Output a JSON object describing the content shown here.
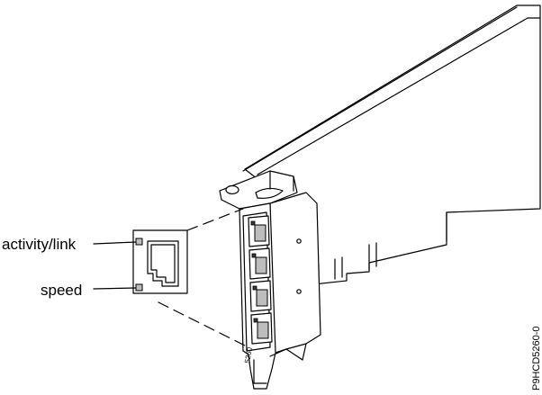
{
  "labels": {
    "activity_link": "activity/link",
    "speed": "speed"
  },
  "figure_id": "P9HCD5260-0",
  "card_marking": "5260",
  "colors": {
    "line": "#000000",
    "port_fill": "#bdbdbd",
    "background": "#ffffff"
  },
  "graphics": {
    "ports": 4,
    "callout_style": "dashed leader lines from an enlarged RJ-45 port to the bracket"
  }
}
